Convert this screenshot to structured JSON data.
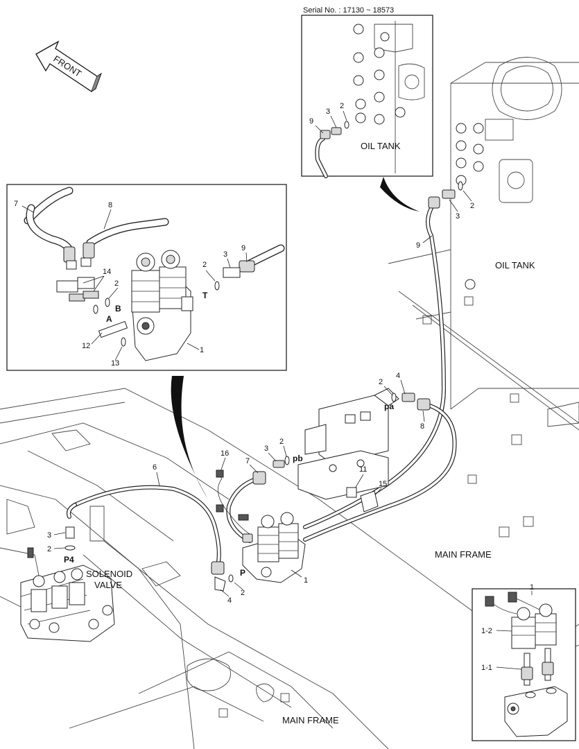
{
  "serial": "Serial No. : 17130 ~ 18573",
  "front_label": "FRONT",
  "areas": {
    "oil_tank_inset": "OIL TANK",
    "oil_tank": "OIL TANK",
    "main_frame_right": "MAIN FRAME",
    "main_frame_bottom": "MAIN FRAME",
    "solenoid_line1": "SOLENOID",
    "solenoid_line2": "VALVE"
  },
  "ports": {
    "A": "A",
    "B": "B",
    "T": "T",
    "P": "P",
    "P4": "P4",
    "pa": "pa",
    "pb": "pb"
  },
  "parts": {
    "p1": "1",
    "p1_1": "1-1",
    "p1_2": "1-2",
    "p2": "2",
    "p3": "3",
    "p4": "4",
    "p6": "6",
    "p7": "7",
    "p8": "8",
    "p9": "9",
    "p11": "11",
    "p12": "12",
    "p13": "13",
    "p14": "14",
    "p15": "15",
    "p16": "16"
  }
}
